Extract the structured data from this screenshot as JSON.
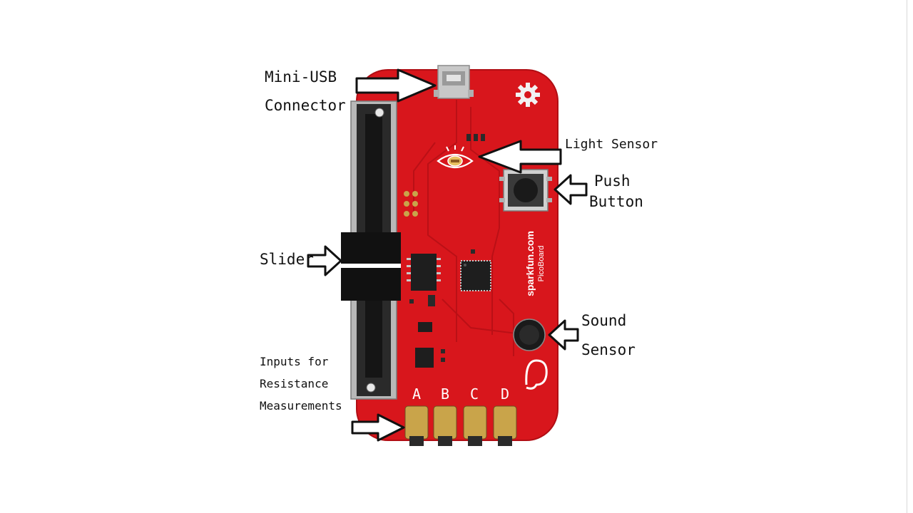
{
  "labels": {
    "mini_usb_line1": "Mini-USB",
    "mini_usb_line2": "Connector",
    "light_sensor": "Light Sensor",
    "push_line1": "Push",
    "push_line2": "Button",
    "slider": "Slider",
    "sound_line1": "Sound",
    "sound_line2": "Sensor",
    "inputs_line1": "Inputs for",
    "inputs_line2": "Resistance",
    "inputs_line3": "Measurements"
  },
  "board": {
    "brand_text": "sparkfun.com",
    "model_text": "PicoBoard",
    "sensor_chars": [
      "A",
      "B",
      "C",
      "D"
    ],
    "color_board": "#d8161c",
    "color_dark": "#1c1c1c",
    "color_silver": "#c8c8c8"
  }
}
